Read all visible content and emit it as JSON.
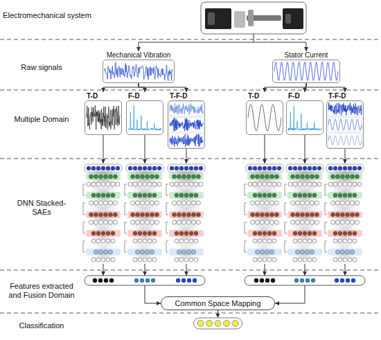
{
  "diagram": {
    "nodes": [
      {
        "text": [
          "Mechanical Vibration"
        ]
      },
      {
        "text": [
          "Stator Current"
        ]
      },
      {
        "text": [
          "T-D"
        ]
      },
      {
        "text": [
          "F-D"
        ]
      },
      {
        "text": [
          "T-F-D"
        ]
      },
      {
        "text": [
          "T-D"
        ]
      },
      {
        "text": [
          "F-D"
        ]
      },
      {
        "text": [
          "T-F-D"
        ]
      },
      {
        "text": [
          "Common Space Mapping"
        ]
      }
    ],
    "edges": [
      {
        "from": 0,
        "to": 2,
        "arrow": "to"
      },
      {
        "from": 0,
        "to": 3,
        "arrow": "to"
      },
      {
        "from": 0,
        "to": 4,
        "arrow": "to"
      },
      {
        "from": 1,
        "to": 5,
        "arrow": "to"
      },
      {
        "from": 1,
        "to": 6,
        "arrow": "to"
      },
      {
        "from": 1,
        "to": 7,
        "arrow": "to"
      }
    ],
    "labels": [
      "Electromechanical system",
      "Raw signals",
      "Multiple Domain",
      "DNN Stacked-SAEs",
      "Features extracted and Fusion Domain",
      "Classification"
    ]
  }
}
